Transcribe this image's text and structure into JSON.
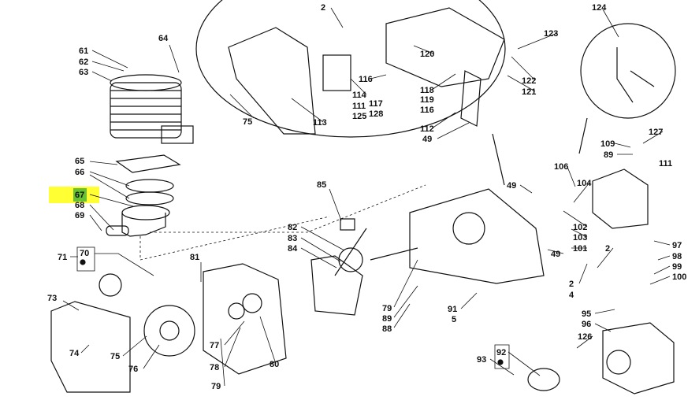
{
  "diagram": {
    "title": "",
    "highlighted_part": "67",
    "colors": {
      "highlight": "#ffff33",
      "highlight_label": "#66c233",
      "line": "#111111"
    },
    "labels": [
      "2",
      "123",
      "120",
      "116",
      "114",
      "111",
      "125",
      "117",
      "128",
      "118",
      "119",
      "116",
      "112",
      "49",
      "122",
      "121",
      "113",
      "75",
      "124",
      "127",
      "109",
      "89",
      "111",
      "61",
      "62",
      "63",
      "64",
      "65",
      "66",
      "67",
      "68",
      "69",
      "70",
      "71",
      "73",
      "74",
      "75",
      "76",
      "77",
      "78",
      "79",
      "80",
      "81",
      "82",
      "83",
      "84",
      "85",
      "79",
      "89",
      "88",
      "91",
      "5",
      "49",
      "106",
      "104",
      "49",
      "102",
      "103",
      "101",
      "2",
      "2",
      "4",
      "97",
      "98",
      "99",
      "100",
      "95",
      "96",
      "126",
      "92",
      "93"
    ]
  }
}
